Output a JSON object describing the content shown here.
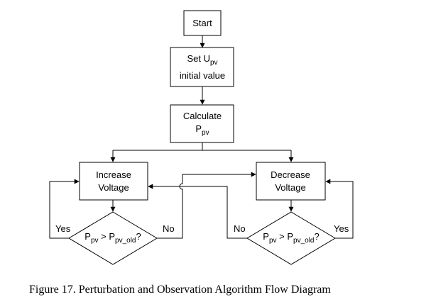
{
  "nodes": {
    "start": {
      "label": "Start"
    },
    "set_upv": {
      "line1_main": "Set U",
      "line1_sub": "pv",
      "line2": "initial value"
    },
    "calculate": {
      "line1": "Calculate",
      "line2_main": "P",
      "line2_sub": "pv"
    },
    "increase": {
      "line1": "Increase",
      "line2": "Voltage"
    },
    "decrease": {
      "line1": "Decrease",
      "line2": "Voltage"
    },
    "decision_left": {
      "p1": "P",
      "s1": "pv",
      "op": " > ",
      "p2": "P",
      "s2": "pv_old",
      "q": "?"
    },
    "decision_right": {
      "p1": "P",
      "s1": "pv",
      "op": " > ",
      "p2": "P",
      "s2": "pv_old",
      "q": "?"
    }
  },
  "edges": {
    "left_yes": "Yes",
    "left_no": "No",
    "right_no": "No",
    "right_yes": "Yes"
  },
  "caption": "Figure 17. Perturbation and Observation Algorithm Flow Diagram",
  "colors": {
    "stroke": "#000000",
    "background": "#ffffff"
  }
}
